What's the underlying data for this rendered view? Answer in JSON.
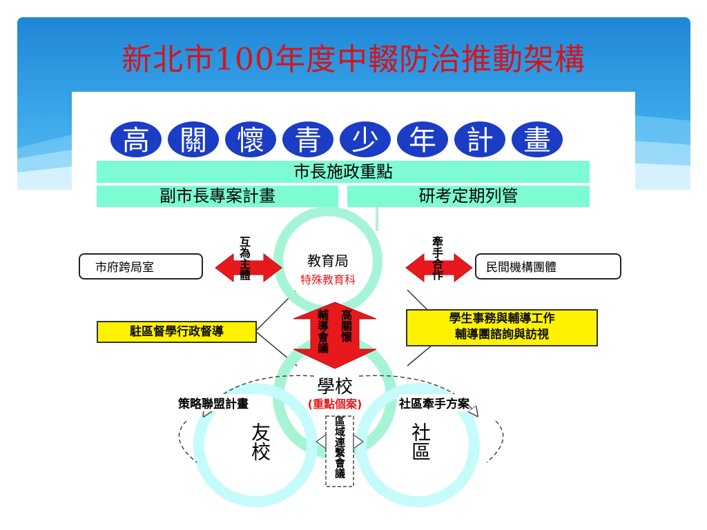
{
  "slide": {
    "title": "新北市100年度中輟防治推動架構"
  },
  "banner": {
    "chars": [
      "高",
      "關",
      "懷",
      "青",
      "少",
      "年",
      "計",
      "畫"
    ]
  },
  "bars": {
    "top": "市長施政重點",
    "left": "副市長專案計畫",
    "right": "研考定期列管"
  },
  "center": {
    "name": "教育局",
    "sub": "特殊教育科"
  },
  "sides": {
    "left_box": "市府跨局室",
    "right_box": "民間機構團體",
    "left_arrow_label": "互為主體",
    "right_arrow_label": "牽手合作"
  },
  "yellow_boxes": {
    "left": "駐區督學行政督導",
    "right_line1": "學生事務與輔導工作",
    "right_line2": "輔導團諮詢與訪視"
  },
  "vertical_arrow": {
    "label_left": "輔導會議",
    "label_right": "高關懷"
  },
  "school": {
    "name": "學校",
    "sub": "(重點個案)"
  },
  "bottom": {
    "left_label": "策略聯盟計畫",
    "right_label": "社區牽手方案",
    "friend_school": "友校",
    "community": "社區",
    "region_meeting": "區域連繫會議"
  },
  "colors": {
    "title": "#d4151b",
    "bubble": "#1b3cc4",
    "bar": "#7dfbd2",
    "ring": "#a6f4d6",
    "arrow": "#e8191c",
    "yellow": "#fff200",
    "sub_red": "#e8191c"
  }
}
